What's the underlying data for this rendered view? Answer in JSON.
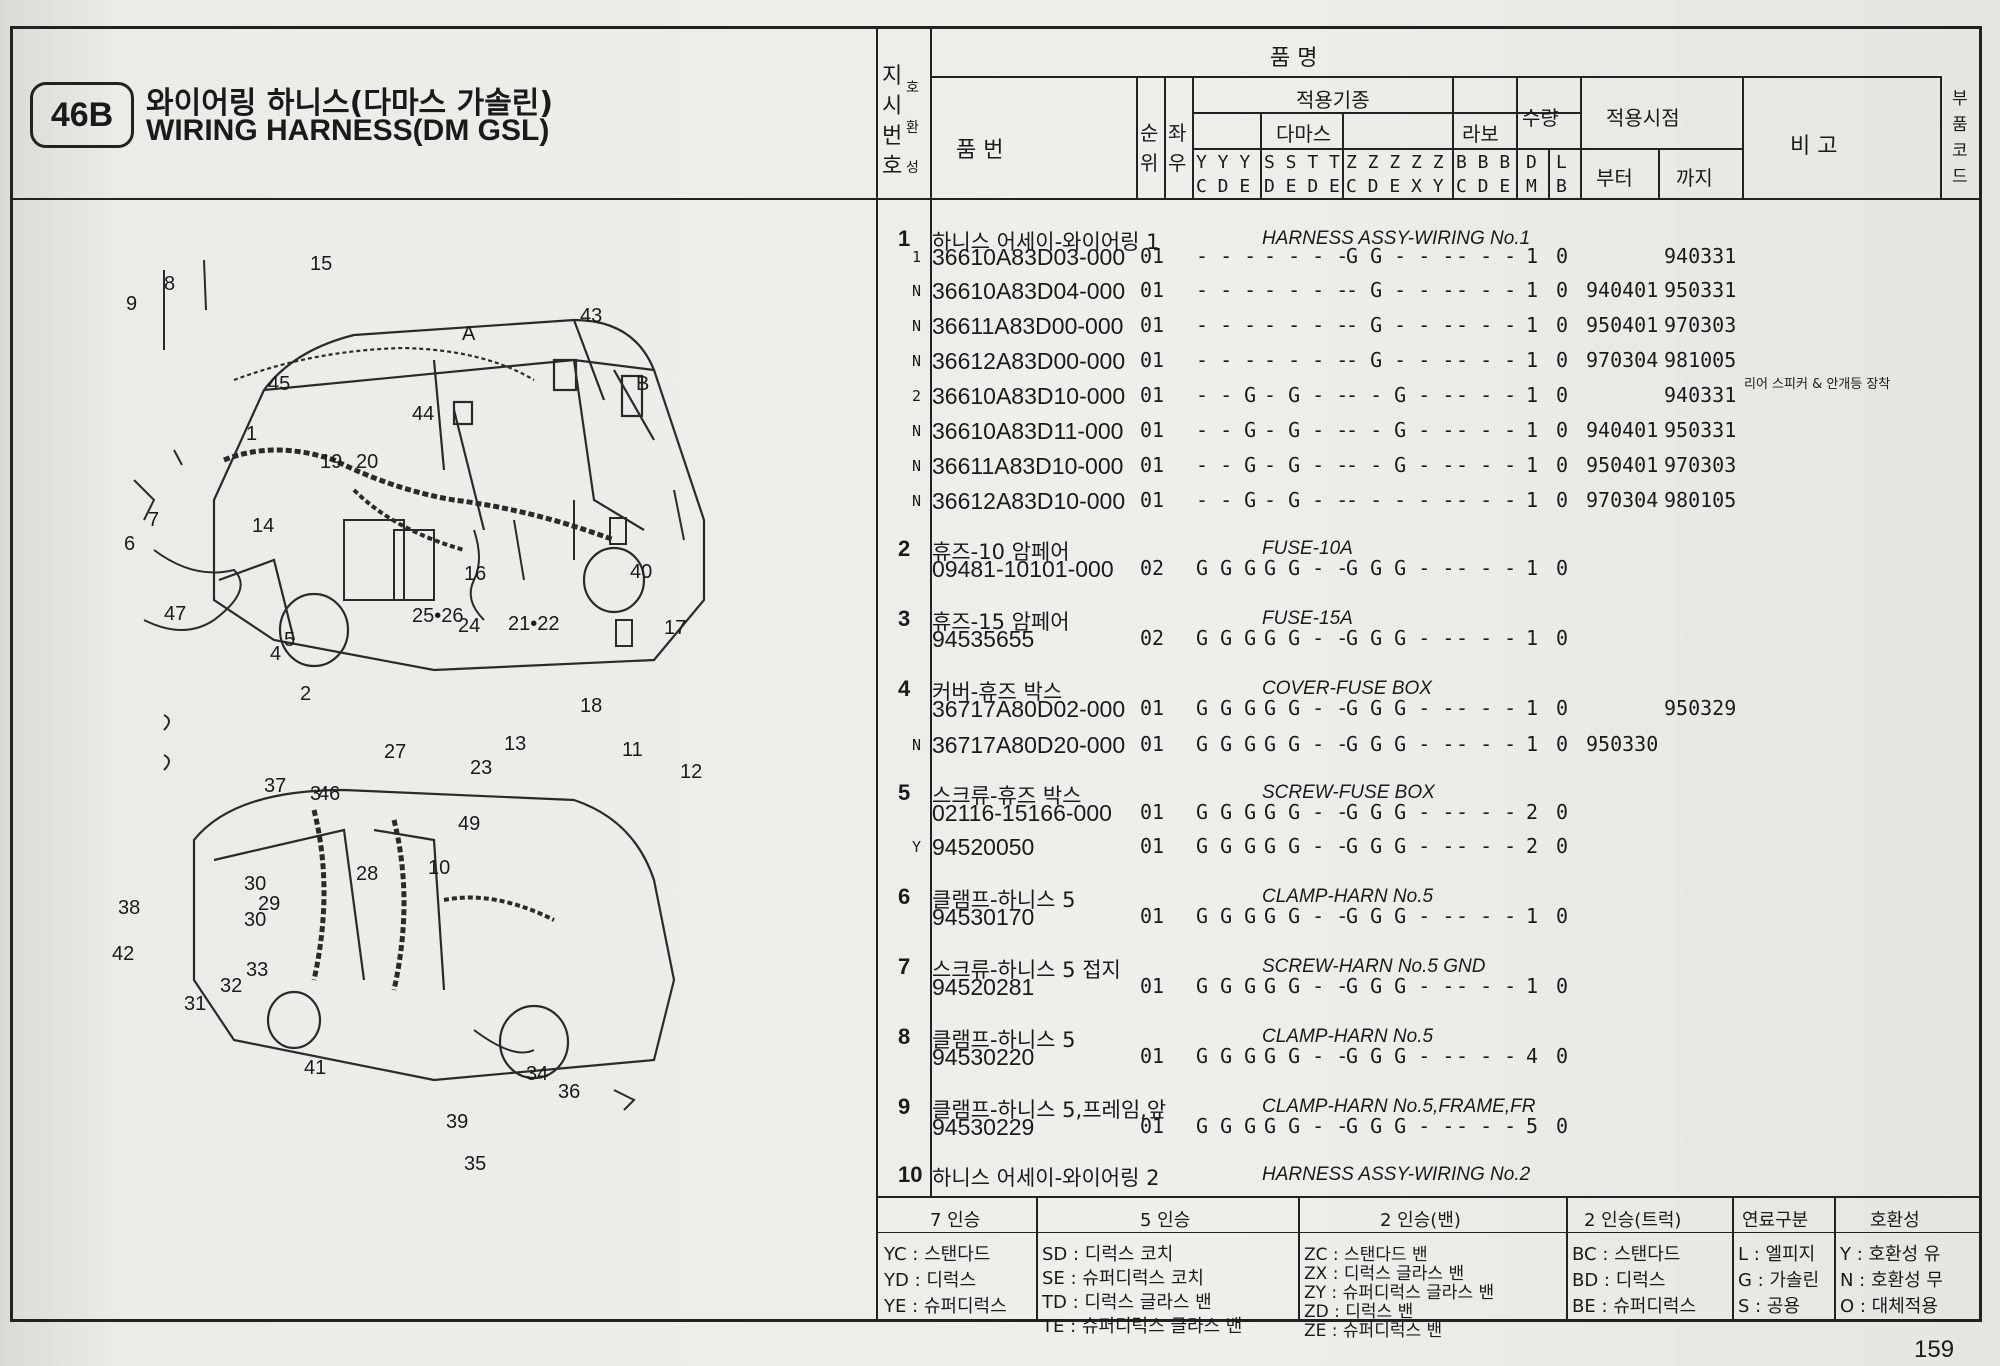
{
  "section_code": "46B",
  "title_ko": "와이어링 하니스(다마스 가솔린)",
  "title_en": "WIRING HARNESS(DM GSL)",
  "page_number": "159",
  "headers": {
    "pummyeong": "품            명",
    "jisi_beonho": "지시번호",
    "jisi_chars": [
      "지",
      "시",
      "번",
      "호"
    ],
    "hwanseong_chars": [
      "호",
      "환",
      "성"
    ],
    "pumbeon": "품        번",
    "sunwi": [
      "순",
      "위"
    ],
    "jwau": [
      "좌",
      "우"
    ],
    "jeogyong_gijong": "적용기종",
    "damas": "다마스",
    "labo": "라보",
    "suryang": "수량",
    "jeogyong_sijeom": "적용시점",
    "buteo": "부터",
    "kkaji": "까지",
    "bigo": "비          고",
    "bupum_code": [
      "부",
      "품",
      "코",
      "드"
    ],
    "damas_top": [
      "Y Y Y",
      "S S T T",
      "Z Z Z Z Z"
    ],
    "damas_bottom": [
      "C D E",
      "D E D E",
      "C D E X Y"
    ],
    "labo_top": "B B B",
    "labo_bottom": "C D E",
    "dl_top": [
      "D",
      "L"
    ],
    "dl_bottom": [
      "M",
      "B"
    ]
  },
  "rows": [
    {
      "no": "1",
      "name_ko": "하니스 어세이-와이어링 1",
      "name_en": "HARNESS ASSY-WIRING No.1",
      "parts": [
        {
          "flag": "1",
          "pn": "36610A83D03-000",
          "seq": "01",
          "y": "- - -",
          "s": "- - - -",
          "z": "G G - - -",
          "b": "- - -",
          "d": "1",
          "l": "0",
          "from": "",
          "to": "940331",
          "note": ""
        },
        {
          "flag": "N",
          "pn": "36610A83D04-000",
          "seq": "01",
          "y": "- - -",
          "s": "- - - -",
          "z": "- G - - -",
          "b": "- - -",
          "d": "1",
          "l": "0",
          "from": "940401",
          "to": "950331",
          "note": ""
        },
        {
          "flag": "N",
          "pn": "36611A83D00-000",
          "seq": "01",
          "y": "- - -",
          "s": "- - - -",
          "z": "- G - - -",
          "b": "- - -",
          "d": "1",
          "l": "0",
          "from": "950401",
          "to": "970303",
          "note": ""
        },
        {
          "flag": "N",
          "pn": "36612A83D00-000",
          "seq": "01",
          "y": "- - -",
          "s": "- - - -",
          "z": "- G - - -",
          "b": "- - -",
          "d": "1",
          "l": "0",
          "from": "970304",
          "to": "981005",
          "note": ""
        },
        {
          "flag": "2",
          "pn": "36610A83D10-000",
          "seq": "01",
          "y": "- - G",
          "s": "- G - -",
          "z": "- - G - -",
          "b": "- - -",
          "d": "1",
          "l": "0",
          "from": "",
          "to": "940331",
          "note": "리어 스피커 & 안개등 장착"
        },
        {
          "flag": "N",
          "pn": "36610A83D11-000",
          "seq": "01",
          "y": "- - G",
          "s": "- G - -",
          "z": "- - G - -",
          "b": "- - -",
          "d": "1",
          "l": "0",
          "from": "940401",
          "to": "950331",
          "note": ""
        },
        {
          "flag": "N",
          "pn": "36611A83D10-000",
          "seq": "01",
          "y": "- - G",
          "s": "- G - -",
          "z": "- - G - -",
          "b": "- - -",
          "d": "1",
          "l": "0",
          "from": "950401",
          "to": "970303",
          "note": ""
        },
        {
          "flag": "N",
          "pn": "36612A83D10-000",
          "seq": "01",
          "y": "- - G",
          "s": "- G - -",
          "z": "- - - - -",
          "b": "- - -",
          "d": "1",
          "l": "0",
          "from": "970304",
          "to": "980105",
          "note": ""
        }
      ]
    },
    {
      "no": "2",
      "name_ko": "휴즈-10 암페어",
      "name_en": "FUSE-10A",
      "parts": [
        {
          "flag": "",
          "pn": "09481-10101-000",
          "seq": "02",
          "y": "G G G",
          "s": "G G - -",
          "z": "G G G - -",
          "b": "- - -",
          "d": "1",
          "l": "0",
          "from": "",
          "to": "",
          "note": ""
        }
      ]
    },
    {
      "no": "3",
      "name_ko": "휴즈-15 암페어",
      "name_en": "FUSE-15A",
      "parts": [
        {
          "flag": "",
          "pn": "94535655",
          "seq": "02",
          "y": "G G G",
          "s": "G G - -",
          "z": "G G G - -",
          "b": "- - -",
          "d": "1",
          "l": "0",
          "from": "",
          "to": "",
          "note": ""
        }
      ]
    },
    {
      "no": "4",
      "name_ko": "커버-휴즈 박스",
      "name_en": "COVER-FUSE BOX",
      "parts": [
        {
          "flag": "",
          "pn": "36717A80D02-000",
          "seq": "01",
          "y": "G G G",
          "s": "G G - -",
          "z": "G G G - -",
          "b": "- - -",
          "d": "1",
          "l": "0",
          "from": "",
          "to": "950329",
          "note": ""
        },
        {
          "flag": "N",
          "pn": "36717A80D20-000",
          "seq": "01",
          "y": "G G G",
          "s": "G G - -",
          "z": "G G G - -",
          "b": "- - -",
          "d": "1",
          "l": "0",
          "from": "950330",
          "to": "",
          "note": ""
        }
      ]
    },
    {
      "no": "5",
      "name_ko": "스크류-휴즈 박스",
      "name_en": "SCREW-FUSE BOX",
      "parts": [
        {
          "flag": "",
          "pn": "02116-15166-000",
          "seq": "01",
          "y": "G G G",
          "s": "G G - -",
          "z": "G G G - -",
          "b": "- - -",
          "d": "2",
          "l": "0",
          "from": "",
          "to": "",
          "note": ""
        },
        {
          "flag": "Y",
          "pn": "94520050",
          "seq": "01",
          "y": "G G G",
          "s": "G G - -",
          "z": "G G G - -",
          "b": "- - -",
          "d": "2",
          "l": "0",
          "from": "",
          "to": "",
          "note": ""
        }
      ]
    },
    {
      "no": "6",
      "name_ko": "클램프-하니스 5",
      "name_en": "CLAMP-HARN No.5",
      "parts": [
        {
          "flag": "",
          "pn": "94530170",
          "seq": "01",
          "y": "G G G",
          "s": "G G - -",
          "z": "G G G - -",
          "b": "- - -",
          "d": "1",
          "l": "0",
          "from": "",
          "to": "",
          "note": ""
        }
      ]
    },
    {
      "no": "7",
      "name_ko": "스크류-하니스 5 접지",
      "name_en": "SCREW-HARN No.5 GND",
      "parts": [
        {
          "flag": "",
          "pn": "94520281",
          "seq": "01",
          "y": "G G G",
          "s": "G G - -",
          "z": "G G G - -",
          "b": "- - -",
          "d": "1",
          "l": "0",
          "from": "",
          "to": "",
          "note": ""
        }
      ]
    },
    {
      "no": "8",
      "name_ko": "클램프-하니스 5",
      "name_en": "CLAMP-HARN No.5",
      "parts": [
        {
          "flag": "",
          "pn": "94530220",
          "seq": "01",
          "y": "G G G",
          "s": "G G - -",
          "z": "G G G - -",
          "b": "- - -",
          "d": "4",
          "l": "0",
          "from": "",
          "to": "",
          "note": ""
        }
      ]
    },
    {
      "no": "9",
      "name_ko": "클램프-하니스 5,프레임,앞",
      "name_en": "CLAMP-HARN No.5,FRAME,FR",
      "parts": [
        {
          "flag": "",
          "pn": "94530229",
          "seq": "01",
          "y": "G G G",
          "s": "G G - -",
          "z": "G G G - -",
          "b": "- - -",
          "d": "5",
          "l": "0",
          "from": "",
          "to": "",
          "note": ""
        }
      ]
    },
    {
      "no": "10",
      "name_ko": "하니스 어세이-와이어링 2",
      "name_en": "HARNESS ASSY-WIRING No.2",
      "parts": []
    }
  ],
  "legend": {
    "col7": {
      "title": "7 인승",
      "items": [
        "YC : 스탠다드",
        "YD : 디럭스",
        "YE : 슈퍼디럭스"
      ]
    },
    "col5": {
      "title": "5 인승",
      "items": [
        "SD : 디럭스 코치",
        "SE : 슈퍼디럭스 코치",
        "TD : 디럭스 글라스 밴",
        "TE : 슈퍼디럭스 글라스 밴"
      ]
    },
    "col2v": {
      "title": "2 인승(밴)",
      "items": [
        "ZC : 스탠다드 밴",
        "ZX : 디럭스 글라스 밴",
        "ZY : 슈퍼디럭스 글라스 밴",
        "ZD : 디럭스 밴",
        "ZE : 슈퍼디럭스 밴"
      ]
    },
    "col2t": {
      "title": "2 인승(트럭)",
      "items": [
        "BC : 스탠다드",
        "BD : 디럭스",
        "BE : 슈퍼디럭스"
      ]
    },
    "fuel": {
      "title": "연료구분",
      "items": [
        "L : 엘피지",
        "G : 가솔린",
        "S : 공용"
      ]
    },
    "compat": {
      "title": "호환성",
      "items": [
        "Y : 호환성 유",
        "N : 호환성 무",
        "O : 대체적용"
      ]
    }
  },
  "callouts": [
    "1",
    "2",
    "3",
    "4",
    "5",
    "6",
    "7",
    "8",
    "9",
    "10",
    "11",
    "12",
    "13",
    "14",
    "15",
    "16",
    "17",
    "18",
    "19",
    "20",
    "21•22",
    "23",
    "24",
    "25•26",
    "27",
    "28",
    "29",
    "30",
    "30",
    "31",
    "32",
    "33",
    "34",
    "35",
    "36",
    "37",
    "38",
    "39",
    "40",
    "41",
    "42",
    "43",
    "44",
    "45",
    "46",
    "47",
    "49",
    "A",
    "B"
  ]
}
